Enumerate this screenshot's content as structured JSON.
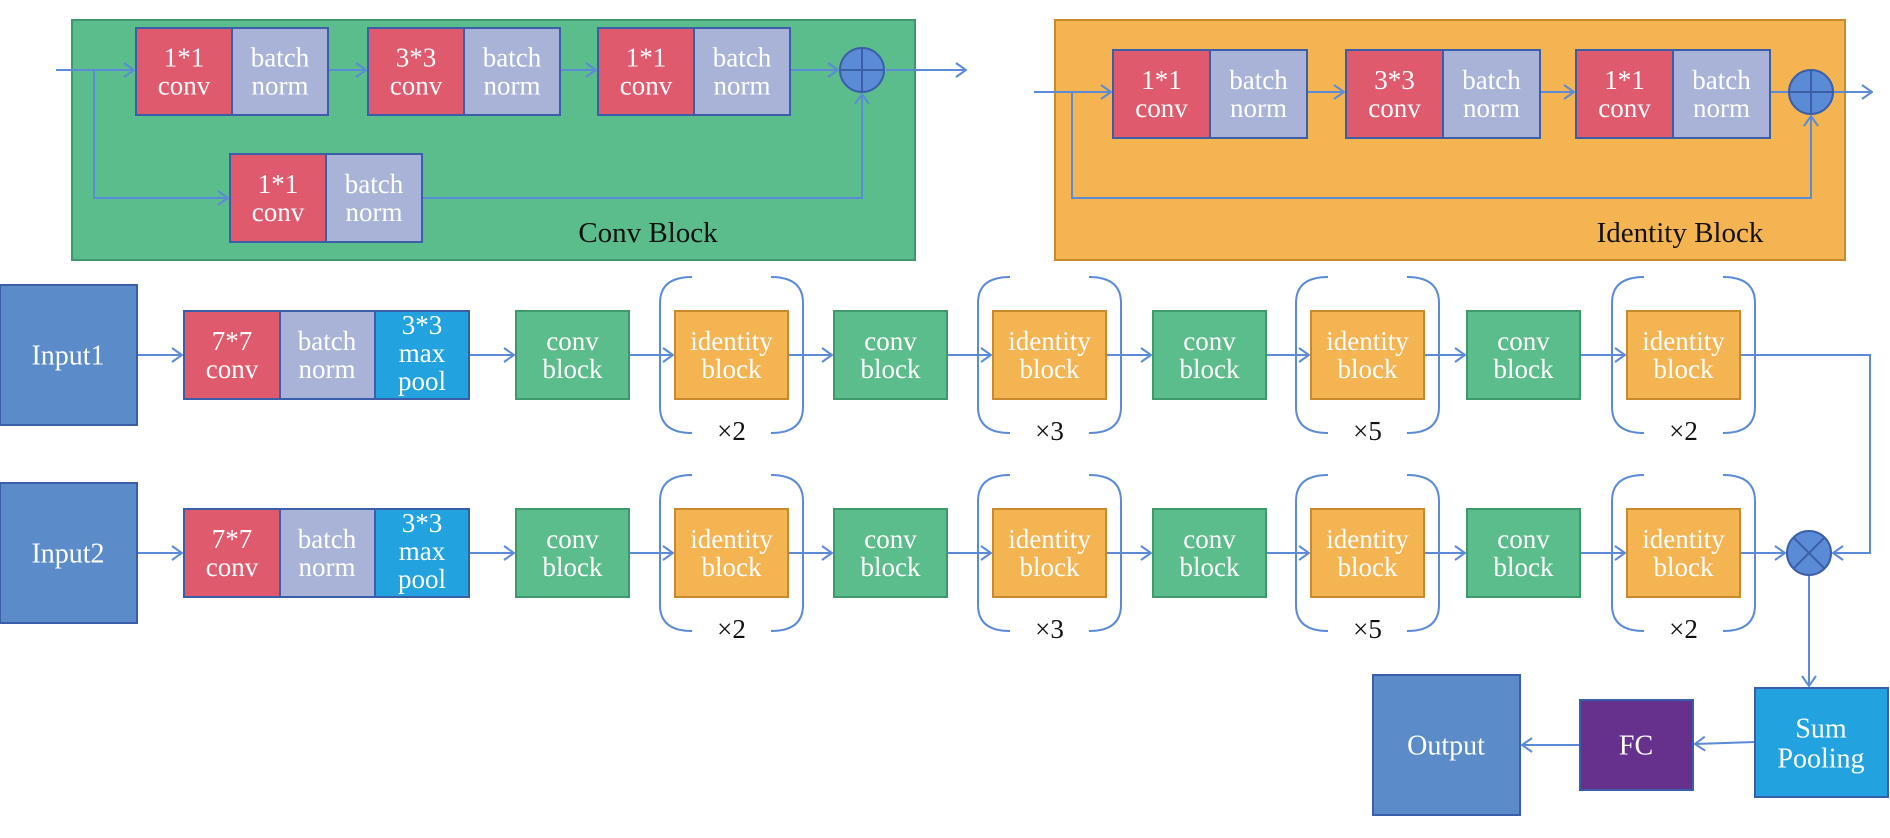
{
  "colors": {
    "conv_red": "#E05A6E",
    "batch_norm": "#A9B3D8",
    "max_pool": "#22A3DF",
    "conv_block_green": "#5BBC8C",
    "identity_orange": "#F5B452",
    "input_blue": "#5B8BC9",
    "fc_purple": "#66318C",
    "line_blue": "#5B8BD6",
    "box_border": "#3A5FA8"
  },
  "conv_block_panel": {
    "title": "Conv Block",
    "main_path": [
      {
        "conv": [
          "1*1",
          "conv"
        ],
        "bn": [
          "batch",
          "norm"
        ]
      },
      {
        "conv": [
          "3*3",
          "conv"
        ],
        "bn": [
          "batch",
          "norm"
        ]
      },
      {
        "conv": [
          "1*1",
          "conv"
        ],
        "bn": [
          "batch",
          "norm"
        ]
      }
    ],
    "shortcut": {
      "conv": [
        "1*1",
        "conv"
      ],
      "bn": [
        "batch",
        "norm"
      ]
    },
    "merge_op": "add"
  },
  "identity_block_panel": {
    "title": "Identity Block",
    "main_path": [
      {
        "conv": [
          "1*1",
          "conv"
        ],
        "bn": [
          "batch",
          "norm"
        ]
      },
      {
        "conv": [
          "3*3",
          "conv"
        ],
        "bn": [
          "batch",
          "norm"
        ]
      },
      {
        "conv": [
          "1*1",
          "conv"
        ],
        "bn": [
          "batch",
          "norm"
        ]
      }
    ],
    "merge_op": "add"
  },
  "streams": [
    {
      "input": "Input1",
      "stem": {
        "conv": [
          "7*7",
          "conv"
        ],
        "bn": [
          "batch",
          "norm"
        ],
        "pool": [
          "3*3",
          "max",
          "pool"
        ]
      },
      "stages": [
        {
          "conv_block": [
            "conv",
            "block"
          ],
          "identity_block": [
            "identity",
            "block"
          ],
          "repeat": "×2"
        },
        {
          "conv_block": [
            "conv",
            "block"
          ],
          "identity_block": [
            "identity",
            "block"
          ],
          "repeat": "×3"
        },
        {
          "conv_block": [
            "conv",
            "block"
          ],
          "identity_block": [
            "identity",
            "block"
          ],
          "repeat": "×5"
        },
        {
          "conv_block": [
            "conv",
            "block"
          ],
          "identity_block": [
            "identity",
            "block"
          ],
          "repeat": "×2"
        }
      ]
    },
    {
      "input": "Input2",
      "stem": {
        "conv": [
          "7*7",
          "conv"
        ],
        "bn": [
          "batch",
          "norm"
        ],
        "pool": [
          "3*3",
          "max",
          "pool"
        ]
      },
      "stages": [
        {
          "conv_block": [
            "conv",
            "block"
          ],
          "identity_block": [
            "identity",
            "block"
          ],
          "repeat": "×2"
        },
        {
          "conv_block": [
            "conv",
            "block"
          ],
          "identity_block": [
            "identity",
            "block"
          ],
          "repeat": "×3"
        },
        {
          "conv_block": [
            "conv",
            "block"
          ],
          "identity_block": [
            "identity",
            "block"
          ],
          "repeat": "×5"
        },
        {
          "conv_block": [
            "conv",
            "block"
          ],
          "identity_block": [
            "identity",
            "block"
          ],
          "repeat": "×2"
        }
      ]
    }
  ],
  "fusion_op": "multiply",
  "head": {
    "sum_pooling": [
      "Sum",
      "Pooling"
    ],
    "fc": "FC",
    "output": "Output"
  }
}
